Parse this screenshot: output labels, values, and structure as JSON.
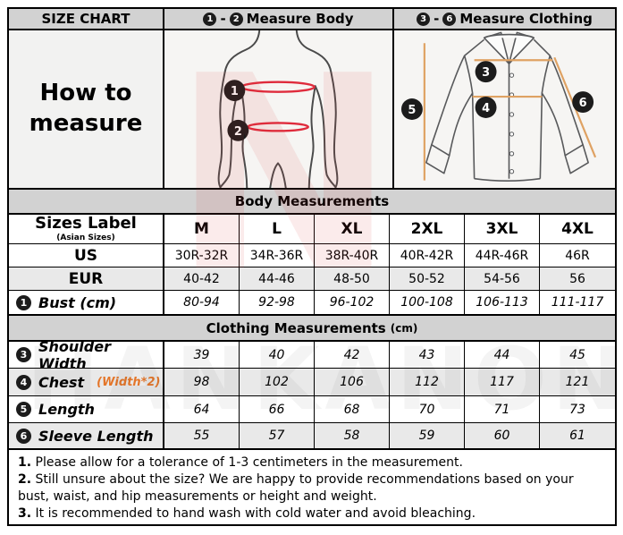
{
  "top": {
    "size_chart": "SIZE CHART",
    "range_sep": "-",
    "measure_body_from": "1",
    "measure_body_to": "2",
    "measure_body_label": "Measure Body",
    "measure_clothing_from": "3",
    "measure_clothing_to": "6",
    "measure_clothing_label": "Measure Clothing",
    "how_to_line1": "How to",
    "how_to_line2": "measure"
  },
  "figures": {
    "body_points": [
      "1",
      "2"
    ],
    "clothing_points": [
      "3",
      "4",
      "5",
      "6"
    ]
  },
  "body_measurements": {
    "title": "Body Measurements",
    "label_header": "Sizes Label",
    "label_subheader": "(Asian Sizes)",
    "sizes": [
      "M",
      "L",
      "XL",
      "2XL",
      "3XL",
      "4XL"
    ],
    "us": {
      "label": "US",
      "values": [
        "30R-32R",
        "34R-36R",
        "38R-40R",
        "40R-42R",
        "44R-46R",
        "46R"
      ]
    },
    "eur": {
      "label": "EUR",
      "values": [
        "40-42",
        "44-46",
        "48-50",
        "50-52",
        "54-56",
        "56"
      ]
    },
    "bust": {
      "num": "1",
      "label": "Bust (cm)",
      "values": [
        "80-94",
        "92-98",
        "96-102",
        "100-108",
        "106-113",
        "111-117"
      ]
    }
  },
  "clothing_measurements": {
    "title": "Clothing Measurements",
    "unit": "(cm)",
    "shoulder": {
      "num": "3",
      "label": "Shoulder Width",
      "values": [
        "39",
        "40",
        "42",
        "43",
        "44",
        "45"
      ]
    },
    "chest": {
      "num": "4",
      "label": "Chest",
      "note": "(Width*2)",
      "values": [
        "98",
        "102",
        "106",
        "112",
        "117",
        "121"
      ]
    },
    "length": {
      "num": "5",
      "label": "Length",
      "values": [
        "64",
        "66",
        "68",
        "70",
        "71",
        "73"
      ]
    },
    "sleeve": {
      "num": "6",
      "label": "Sleeve Length",
      "values": [
        "55",
        "57",
        "58",
        "59",
        "60",
        "61"
      ]
    }
  },
  "notes": [
    {
      "num": "1.",
      "text": "Please allow for a tolerance of 1-3 centimeters in the measurement."
    },
    {
      "num": "2.",
      "text": "Still unsure about the size? We are happy to provide recommendations based on your bust, waist, and hip measurements or height and weight."
    },
    {
      "num": "3.",
      "text": "It is recommended to hand wash with cold water and avoid bleaching."
    }
  ],
  "watermark": {
    "letter": "N",
    "text": "HANKANON"
  },
  "colors": {
    "body_measure_line": "#df2b3c",
    "clothing_measure_line": "#dfa263",
    "chest_note_orange": "#e4762a",
    "header_bar_bg": "#d2d2d2",
    "alt_row_bg": "#e9e9e9"
  }
}
